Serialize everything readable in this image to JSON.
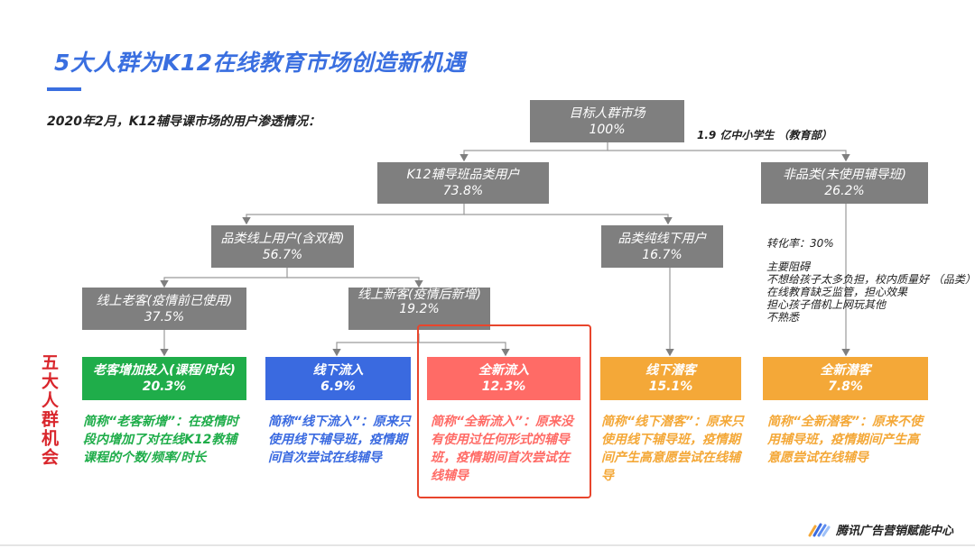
{
  "header": {
    "title": "5大人群为K12在线教育市场创造新机遇",
    "subtitle": "2020年2月，K12辅导课市场的用户渗透情况："
  },
  "tree": {
    "root": {
      "label": "目标人群市场",
      "pct": "100%",
      "note": "1.9 亿中小学生 （教育部）"
    },
    "category": {
      "label": "K12辅导班品类用户",
      "pct": "73.8%"
    },
    "non_category": {
      "label": "非品类(未使用辅导班)",
      "pct": "26.2%"
    },
    "online": {
      "label": "品类线上用户(含双栖)",
      "pct": "56.7%"
    },
    "offline": {
      "label": "品类纯线下用户",
      "pct": "16.7%"
    },
    "online_old": {
      "label": "线上老客(疫情前已使用)",
      "pct": "37.5%"
    },
    "online_new": {
      "label": "线上新客(疫情后新增)",
      "pct": "19.2%"
    }
  },
  "side_note": {
    "conversion": "转化率：30%",
    "barrier_title": "主要阻碍",
    "barriers": [
      "不想给孩子太多负担，校内质量好 （品类）",
      "在线教育缺乏监管，担心效果",
      "担心孩子借机上网玩其他",
      "不熟悉"
    ]
  },
  "opportunities_label": "五大人群机会",
  "opportunities": [
    {
      "label": "老客增加投入(课程/时长)",
      "pct": "20.3%",
      "color": "#1fad4a",
      "desc": "简称“老客新增”：在疫情时段内增加了对在线K12教辅课程的个数/频率/时长"
    },
    {
      "label": "线下流入",
      "pct": "6.9%",
      "color": "#3a6ae0",
      "desc": "简称“线下流入”：原来只使用线下辅导班，疫情期间首次尝试在线辅导"
    },
    {
      "label": "全新流入",
      "pct": "12.3%",
      "color": "#ff6b66",
      "desc": "简称“全新流入”：原来没有使用过任何形式的辅导班，疫情期间首次尝试在线辅导"
    },
    {
      "label": "线下潜客",
      "pct": "15.1%",
      "color": "#f4a838",
      "desc": "简称“线下潜客”：原来只使用线下辅导班，疫情期间产生高意愿尝试在线辅导"
    },
    {
      "label": "全新潜客",
      "pct": "7.8%",
      "color": "#f4a838",
      "desc": "简称“全新潜客”：原来不使用辅导班，疫情期间产生高意愿尝试在线辅导"
    }
  ],
  "footer": {
    "brand": "腾讯广告营销赋能中心"
  }
}
